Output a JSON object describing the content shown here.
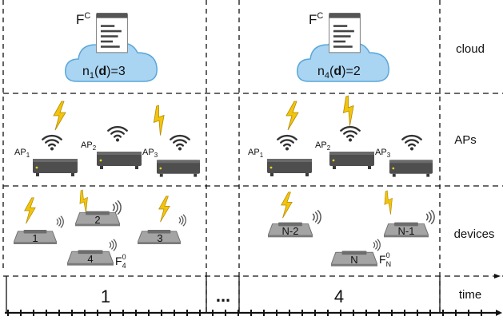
{
  "rows": {
    "cloud": "cloud",
    "aps": "APs",
    "devices": "devices",
    "time": "time"
  },
  "columns": [
    {
      "time_label": "1",
      "cloud": {
        "file_label": "F",
        "file_sup": "C",
        "count_prefix": "n",
        "count_sub": "1",
        "count_var": "d",
        "count_value": "=3"
      },
      "aps": [
        {
          "label": "AP",
          "sub": "1"
        },
        {
          "label": "AP",
          "sub": "2"
        },
        {
          "label": "AP",
          "sub": "3"
        }
      ],
      "devices": [
        "1",
        "2",
        "3",
        "4"
      ],
      "file": {
        "label": "F",
        "sup": "0",
        "sub": "4"
      }
    },
    {
      "time_label": "4",
      "cloud": {
        "file_label": "F",
        "file_sup": "C",
        "count_prefix": "n",
        "count_sub": "4",
        "count_var": "d",
        "count_value": "=2"
      },
      "aps": [
        {
          "label": "AP",
          "sub": "1"
        },
        {
          "label": "AP",
          "sub": "2"
        },
        {
          "label": "AP",
          "sub": "3"
        }
      ],
      "devices": [
        "N-2",
        "N-1",
        "N"
      ],
      "file": {
        "label": "F",
        "sup": "0",
        "sub": "N"
      }
    }
  ],
  "ellipsis": "...",
  "colors": {
    "cloud_fill": "#a9d4f2",
    "cloud_stroke": "#5aa6da",
    "lightning": "#f2c40c",
    "ap_body": "#4e4e4e",
    "device_body": "#9e9e9e",
    "led": "#e8d21e"
  }
}
